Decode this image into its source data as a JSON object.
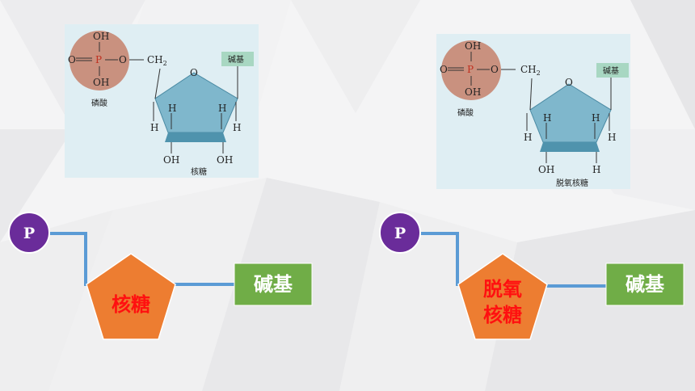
{
  "colors": {
    "phosphate_circle": "#6a2c9a",
    "sugar_pentagon": "#ed7d31",
    "base_box": "#70ad47",
    "connector": "#5b9bd5",
    "sugar_label": "#ff1010",
    "molecule_sugar": "#7fb7cc",
    "molecule_phosphate": "#c9917f",
    "base_tag": "#a8d7c2"
  },
  "left_figure": {
    "phosphate_groups": {
      "oh_top": "OH",
      "o_left": "O",
      "p": "P",
      "o_right": "O",
      "oh_bottom": "OH"
    },
    "ch2": "CH",
    "ch2_sub": "2",
    "ring_o": "O",
    "base_tag": "碱基",
    "phosphate_caption": "磷酸",
    "h_left_inner": "H",
    "h_left_outer": "H",
    "h_right_inner": "H",
    "h_right_outer": "H",
    "oh_left": "OH",
    "oh_right": "OH",
    "sugar_caption": "核糖"
  },
  "right_figure": {
    "phosphate_groups": {
      "oh_top": "OH",
      "o_left": "O",
      "p": "P",
      "o_right": "O",
      "oh_bottom": "OH"
    },
    "ch2": "CH",
    "ch2_sub": "2",
    "ring_o": "O",
    "base_tag": "碱基",
    "phosphate_caption": "磷酸",
    "h_left_inner": "H",
    "h_left_outer": "H",
    "h_right_inner": "H",
    "h_right_outer": "H",
    "oh_left": "OH",
    "h_bottom_right": "H",
    "sugar_caption": "脱氧核糖"
  },
  "left_schema": {
    "phosphate": "P",
    "sugar": "核糖",
    "base": "碱基"
  },
  "right_schema": {
    "phosphate": "P",
    "sugar_line1": "脱氧",
    "sugar_line2": "核糖",
    "base": "碱基"
  }
}
